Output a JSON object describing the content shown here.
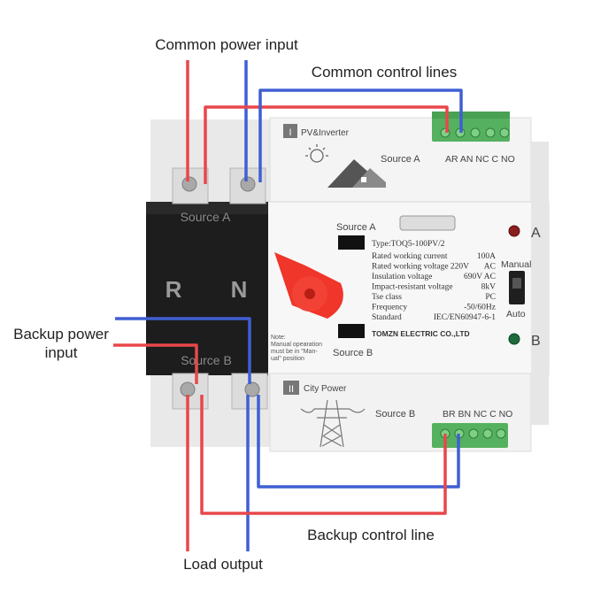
{
  "callouts": {
    "common_power_input": "Common power input",
    "common_control_lines": "Common control lines",
    "backup_power_input_line1": "Backup power",
    "backup_power_input_line2": "input",
    "backup_control_line": "Backup control line",
    "load_output": "Load output"
  },
  "device": {
    "section_one_numeral": "I",
    "section_one_label": "PV&Inverter",
    "section_one_source": "Source A",
    "top_terminals": "AR AN NC C NO",
    "section_two_numeral": "II",
    "section_two_label": "City Power",
    "section_two_source": "Source B",
    "bottom_terminals": "BR BN NC C NO",
    "left_block_source_a": "Source A",
    "left_block_source_b": "Source B",
    "pole_r": "R",
    "pole_n": "N",
    "indicator_source_a": "Source A",
    "indicator_source_b": "Source B",
    "type_label": "Type:TOQ5-100PV/2",
    "specs": [
      {
        "label": "Rated working current",
        "value": "100A"
      },
      {
        "label": "Rated working voltage 220V",
        "value": "AC"
      },
      {
        "label": "Insulation voltage",
        "value": "690V  AC"
      },
      {
        "label": "Impact-resistant voltage",
        "value": "8kV"
      },
      {
        "label": "Tse class",
        "value": "PC"
      },
      {
        "label": "Frequency",
        "value": "-50/60Hz"
      },
      {
        "label": "Standard",
        "value": "IEC/EN60947-6-1"
      }
    ],
    "brand": "TOMZN ELECTRIC CO.,LTD",
    "note_lines": [
      "Note:",
      "Manual opearation",
      "must be in  \"Man-",
      "ual\"  position"
    ],
    "manual_label": "Manual",
    "auto_label": "Auto",
    "led_a_label": "A",
    "led_b_label": "B"
  },
  "colors": {
    "live_wire": "#e8474b",
    "neutral_wire": "#3f5fd3",
    "terminal_green": "#55b15f",
    "handle_red": "#f0352a",
    "block_black": "#1d1d1d"
  }
}
